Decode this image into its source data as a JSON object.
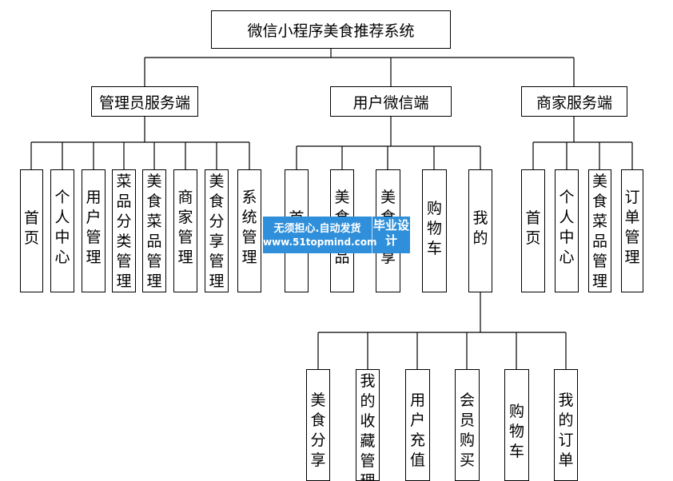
{
  "root": {
    "label": "微信小程序美食推荐系统"
  },
  "branches": [
    {
      "key": "admin",
      "label": "管理员服务端",
      "children": [
        "首页",
        "个人中心",
        "用户管理",
        "菜品分类管理",
        "美食菜品管理",
        "商家管理",
        "美食分享管理",
        "系统管理"
      ]
    },
    {
      "key": "wechat",
      "label": "用户微信端",
      "children": [
        "首页",
        "美食菜品",
        "美食分享",
        "购物车",
        "我的"
      ]
    },
    {
      "key": "merchant",
      "label": "商家服务端",
      "children": [
        "首页",
        "个人中心",
        "美食菜品管理",
        "订单管理"
      ]
    }
  ],
  "sub_branch": {
    "parent": "我的",
    "children": [
      "美食分享",
      "我的收藏管理",
      "用户充值",
      "会员购买",
      "购物车",
      "我的订单"
    ]
  },
  "watermark": {
    "line1": "无须担心.自动发货",
    "line2": "www.51topmind.com",
    "tag": "毕业设计"
  }
}
